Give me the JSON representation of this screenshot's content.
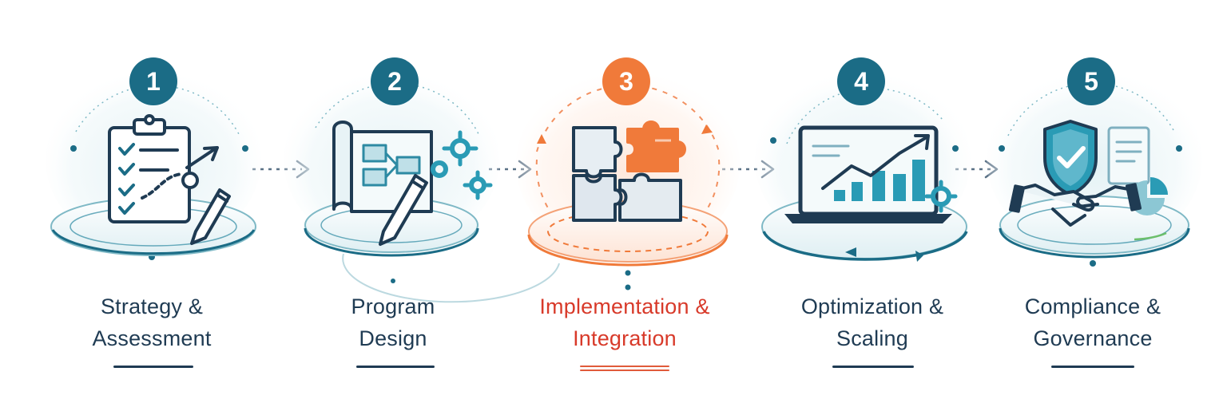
{
  "steps": [
    {
      "number": "1",
      "line1": "Strategy &",
      "line2": "Assessment",
      "active": false,
      "icon": "clipboard-checklist-icon"
    },
    {
      "number": "2",
      "line1": "Program",
      "line2": "Design",
      "active": false,
      "icon": "blueprint-pen-gears-icon"
    },
    {
      "number": "3",
      "line1": "Implementation &",
      "line2": "Integration",
      "active": true,
      "icon": "puzzle-pieces-icon"
    },
    {
      "number": "4",
      "line1": "Optimization &",
      "line2": "Scaling",
      "active": false,
      "icon": "laptop-growth-chart-icon"
    },
    {
      "number": "5",
      "line1": "Compliance &",
      "line2": "Governance",
      "active": false,
      "icon": "shield-handshake-icon"
    }
  ],
  "colors": {
    "primary": "#1b6c86",
    "dark": "#1f3b53",
    "accent": "#f07a3a",
    "accent_text": "#d83a2a",
    "teal_light": "#c9e4ea",
    "gear": "#2a9bb5"
  }
}
